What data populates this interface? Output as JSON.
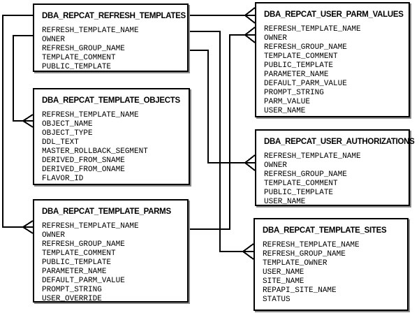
{
  "diagram": {
    "type": "entity-relationship",
    "colors": {
      "background": "#ffffff",
      "line": "#000000",
      "box_border": "#000000",
      "box_shadow": "#8a8a8a",
      "text": "#000000"
    },
    "tables": [
      {
        "id": "refresh-templates",
        "title": "DBA_REPCAT_REFRESH_TEMPLATES",
        "fields": [
          "REFRESH_TEMPLATE_NAME",
          "OWNER",
          "REFRESH_GROUP_NAME",
          "TEMPLATE_COMMENT",
          "PUBLIC_TEMPLATE"
        ]
      },
      {
        "id": "template-objects",
        "title": "DBA_REPCAT_TEMPLATE_OBJECTS",
        "fields": [
          "REFRESH_TEMPLATE_NAME",
          "OBJECT_NAME",
          "OBJECT_TYPE",
          "DDL_TEXT",
          "MASTER_ROLLBACK_SEGMENT",
          "DERIVED_FROM_SNAME",
          "DERIVED_FROM_ONAME",
          "FLAVOR_ID"
        ]
      },
      {
        "id": "template-parms",
        "title": "DBA_REPCAT_TEMPLATE_PARMS",
        "fields": [
          "REFRESH_TEMPLATE_NAME",
          "OWNER",
          "REFRESH_GROUP_NAME",
          "TEMPLATE_COMMENT",
          "PUBLIC_TEMPLATE",
          "PARAMETER_NAME",
          "DEFAULT_PARM_VALUE",
          "PROMPT_STRING",
          "USER_OVERRIDE"
        ]
      },
      {
        "id": "user-parm-values",
        "title": "DBA_REPCAT_USER_PARM_VALUES",
        "fields": [
          "REFRESH_TEMPLATE_NAME",
          "OWNER",
          "REFRESH_GROUP_NAME",
          "TEMPLATE_COMMENT",
          "PUBLIC_TEMPLATE",
          "PARAMETER_NAME",
          "DEFAULT_PARM_VALUE",
          "PROMPT_STRING",
          "PARM_VALUE",
          "USER_NAME"
        ]
      },
      {
        "id": "user-authorizations",
        "title": "DBA_REPCAT_USER_AUTHORIZATIONS",
        "fields": [
          "REFRESH_TEMPLATE_NAME",
          "OWNER",
          "REFRESH_GROUP_NAME",
          "TEMPLATE_COMMENT",
          "PUBLIC_TEMPLATE",
          "USER_NAME"
        ]
      },
      {
        "id": "template-sites",
        "title": "DBA_REPCAT_TEMPLATE_SITES",
        "fields": [
          "REFRESH_TEMPLATE_NAME",
          "REFRESH_GROUP_NAME",
          "TEMPLATE_OWNER",
          "USER_NAME",
          "SITE_NAME",
          "REPAPI_SITE_NAME",
          "STATUS"
        ]
      }
    ],
    "relationships": [
      {
        "from": "DBA_REPCAT_REFRESH_TEMPLATES",
        "to": "DBA_REPCAT_USER_PARM_VALUES",
        "cardinality": "one-to-many",
        "many_end": "DBA_REPCAT_USER_PARM_VALUES"
      },
      {
        "from": "DBA_REPCAT_TEMPLATE_PARMS",
        "to": "DBA_REPCAT_USER_PARM_VALUES",
        "cardinality": "one-to-many",
        "many_end": "DBA_REPCAT_USER_PARM_VALUES"
      },
      {
        "from": "DBA_REPCAT_REFRESH_TEMPLATES",
        "to": "DBA_REPCAT_USER_AUTHORIZATIONS",
        "cardinality": "one-to-many",
        "many_end": "DBA_REPCAT_USER_AUTHORIZATIONS"
      },
      {
        "from": "DBA_REPCAT_REFRESH_TEMPLATES",
        "to": "DBA_REPCAT_TEMPLATE_SITES",
        "cardinality": "one-to-many",
        "many_end": "DBA_REPCAT_TEMPLATE_SITES"
      },
      {
        "from": "DBA_REPCAT_REFRESH_TEMPLATES",
        "to": "DBA_REPCAT_TEMPLATE_OBJECTS",
        "cardinality": "one-to-many",
        "many_end": "DBA_REPCAT_TEMPLATE_OBJECTS"
      },
      {
        "from": "DBA_REPCAT_REFRESH_TEMPLATES",
        "to": "DBA_REPCAT_TEMPLATE_PARMS",
        "cardinality": "one-to-many",
        "many_end": "DBA_REPCAT_TEMPLATE_PARMS"
      }
    ]
  }
}
